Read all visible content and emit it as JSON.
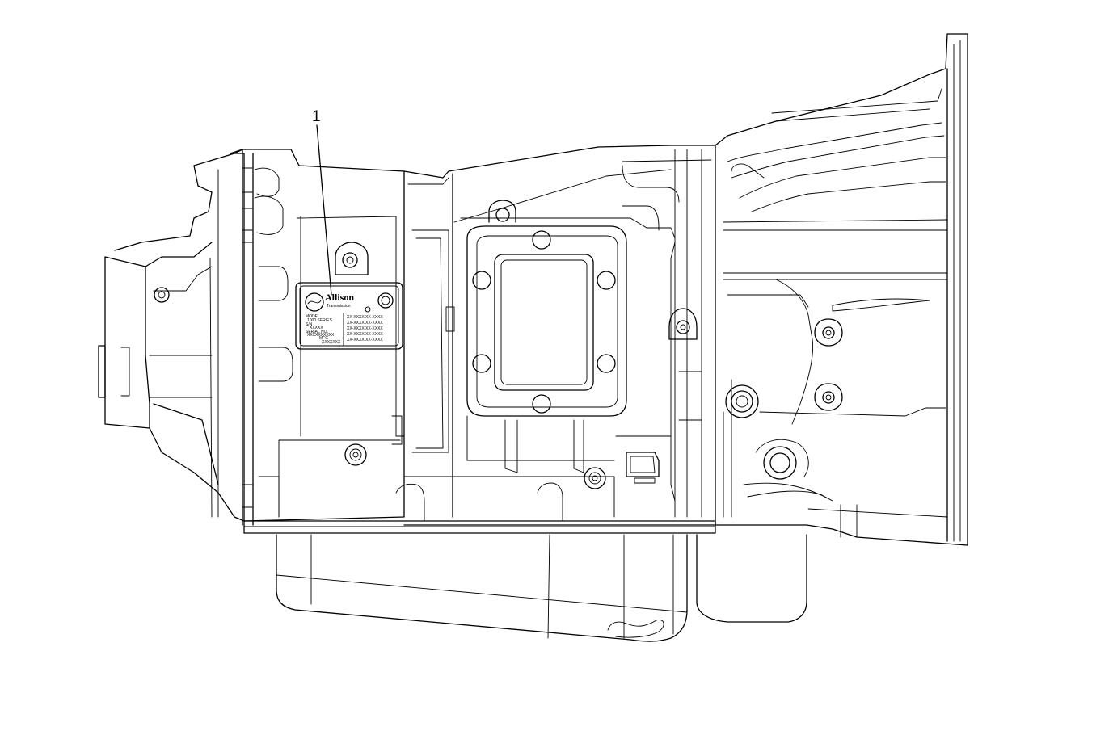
{
  "callout": {
    "number": "1"
  },
  "id_plate": {
    "brand": "Allison",
    "sub": "Transmission",
    "lines_left": [
      "MODEL",
      "1000 SERIES",
      "S/N",
      "XXXXX",
      "SERIAL NO.",
      "XXXXXXXXXX",
      "MFG",
      "XXXXXXX"
    ],
    "lines_right": [
      "XX-XXXX  XX-XXXX",
      "XX-XXXX  XX-XXXX",
      "XX-XXXX  XX-XXXX",
      "XX-XXXX  XX-XXXX",
      "XX-XXXX  XX-XXXX"
    ]
  }
}
